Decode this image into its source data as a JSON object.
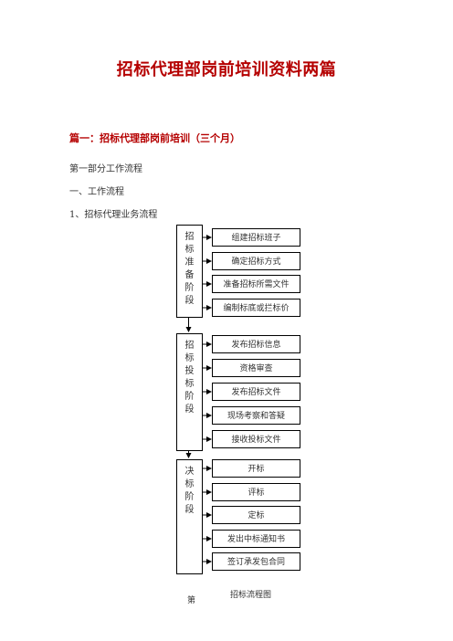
{
  "document": {
    "title": "招标代理部岗前培训资料两篇",
    "section_heading": "篇一：招标代理部岗前培训（三个月）",
    "lines": [
      "第一部分工作流程",
      "一、工作流程",
      "1、招标代理业务流程"
    ]
  },
  "flowchart": {
    "stages": [
      {
        "label": "招\n标\n准\n备\n阶\n段",
        "steps": [
          "组建招标班子",
          "确定招标方式",
          "准备招标所需文件",
          "编制标底或拦标价"
        ]
      },
      {
        "label": "招\n标\n投\n标\n阶\n段",
        "steps": [
          "发布招标信息",
          "资格审查",
          "发布招标文件",
          "现场考察和答疑",
          "接收投标文件"
        ]
      },
      {
        "label": "决\n标\n阶\n段",
        "steps": [
          "开标",
          "评标",
          "定标",
          "发出中标通知书",
          "签订承发包合同"
        ]
      }
    ],
    "caption": "招标流程图",
    "page_marker": "第"
  }
}
